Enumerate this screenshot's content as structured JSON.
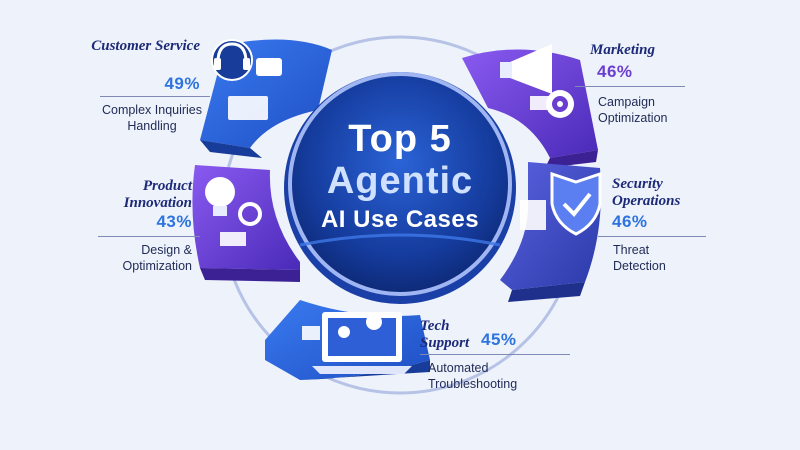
{
  "title": {
    "line1": "Top 5",
    "line2": "Agentic",
    "line3": "AI Use Cases"
  },
  "segments": [
    {
      "category": "Customer Service",
      "percent": "49%",
      "description": "Complex Inquiries Handling",
      "icon": "headset-icon"
    },
    {
      "category": "Marketing",
      "percent": "46%",
      "description": "Campaign Optimization",
      "icon": "megaphone-icon"
    },
    {
      "category": "Product Innovation",
      "percent": "43%",
      "description": "Design & Optimization",
      "icon": "lightbulb-icon"
    },
    {
      "category": "Security Operations",
      "percent": "46%",
      "description": "Threat Detection",
      "icon": "shield-check-icon"
    },
    {
      "category": "Tech Support",
      "percent": "45%",
      "description": "Automated Troubleshooting",
      "icon": "laptop-tools-icon"
    }
  ],
  "colors": {
    "background": "#eef2fb",
    "navy": "#1c2a78",
    "blue": "#2e74e0",
    "purple": "#6a3fd0",
    "center": "#1a47b8"
  }
}
